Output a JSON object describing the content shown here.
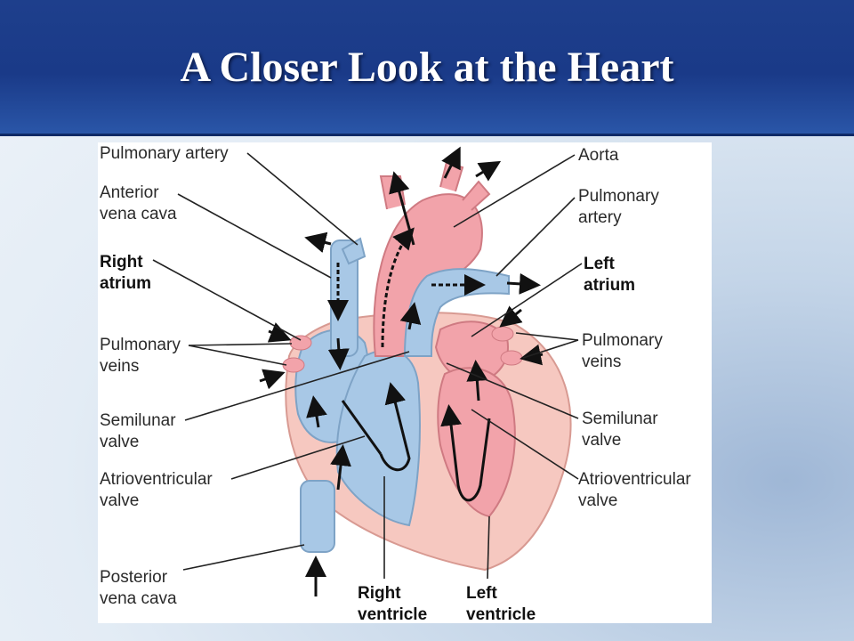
{
  "slide": {
    "title": "A Closer Look at the Heart"
  },
  "labels": {
    "pulmonary_artery_left": "Pulmonary artery",
    "anterior_vena_cava": [
      "Anterior",
      "vena cava"
    ],
    "right_atrium": [
      "Right",
      "atrium"
    ],
    "pulmonary_veins_left": [
      "Pulmonary",
      "veins"
    ],
    "semilunar_valve_left": [
      "Semilunar",
      "valve"
    ],
    "av_valve_left": [
      "Atrioventricular",
      "valve"
    ],
    "posterior_vena_cava": [
      "Posterior",
      "vena cava"
    ],
    "right_ventricle": [
      "Right",
      "ventricle"
    ],
    "left_ventricle": [
      "Left",
      "ventricle"
    ],
    "aorta": "Aorta",
    "pulmonary_artery_right": [
      "Pulmonary",
      "artery"
    ],
    "left_atrium": [
      "Left",
      "atrium"
    ],
    "pulmonary_veins_right": [
      "Pulmonary",
      "veins"
    ],
    "semilunar_valve_right": [
      "Semilunar",
      "valve"
    ],
    "av_valve_right": [
      "Atrioventricular",
      "valve"
    ]
  },
  "colors": {
    "oxygen_poor": "#a8c8e6",
    "oxygen_rich": "#f2a3aa",
    "muscle": "#f6c8c0"
  }
}
